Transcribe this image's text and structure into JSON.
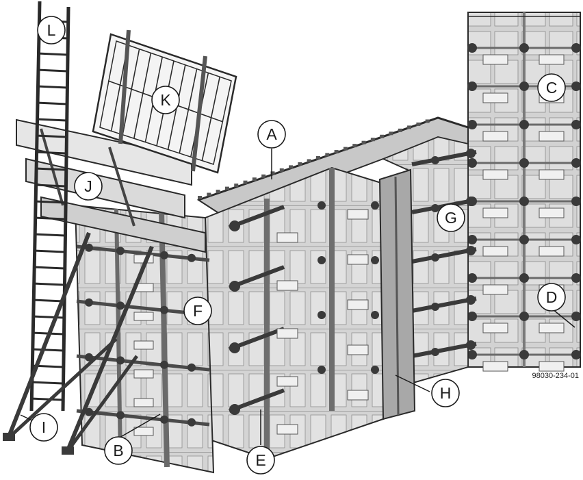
{
  "figure": {
    "doc_number": "98030-234-01",
    "callouts": [
      {
        "id": "L",
        "label": "L"
      },
      {
        "id": "K",
        "label": "K"
      },
      {
        "id": "J",
        "label": "J"
      },
      {
        "id": "A",
        "label": "A"
      },
      {
        "id": "C",
        "label": "C"
      },
      {
        "id": "G",
        "label": "G"
      },
      {
        "id": "F",
        "label": "F"
      },
      {
        "id": "D",
        "label": "D"
      },
      {
        "id": "H",
        "label": "H"
      },
      {
        "id": "I",
        "label": "I"
      },
      {
        "id": "B",
        "label": "B"
      },
      {
        "id": "E",
        "label": "E"
      }
    ]
  },
  "colors": {
    "panel_face": "#d6d6d6",
    "panel_face_dark": "#b9b9b9",
    "frame": "#9a9a9a",
    "outline": "#2a2a2a",
    "clamp": "#3a3a3a",
    "callout_fill": "#ffffff"
  }
}
